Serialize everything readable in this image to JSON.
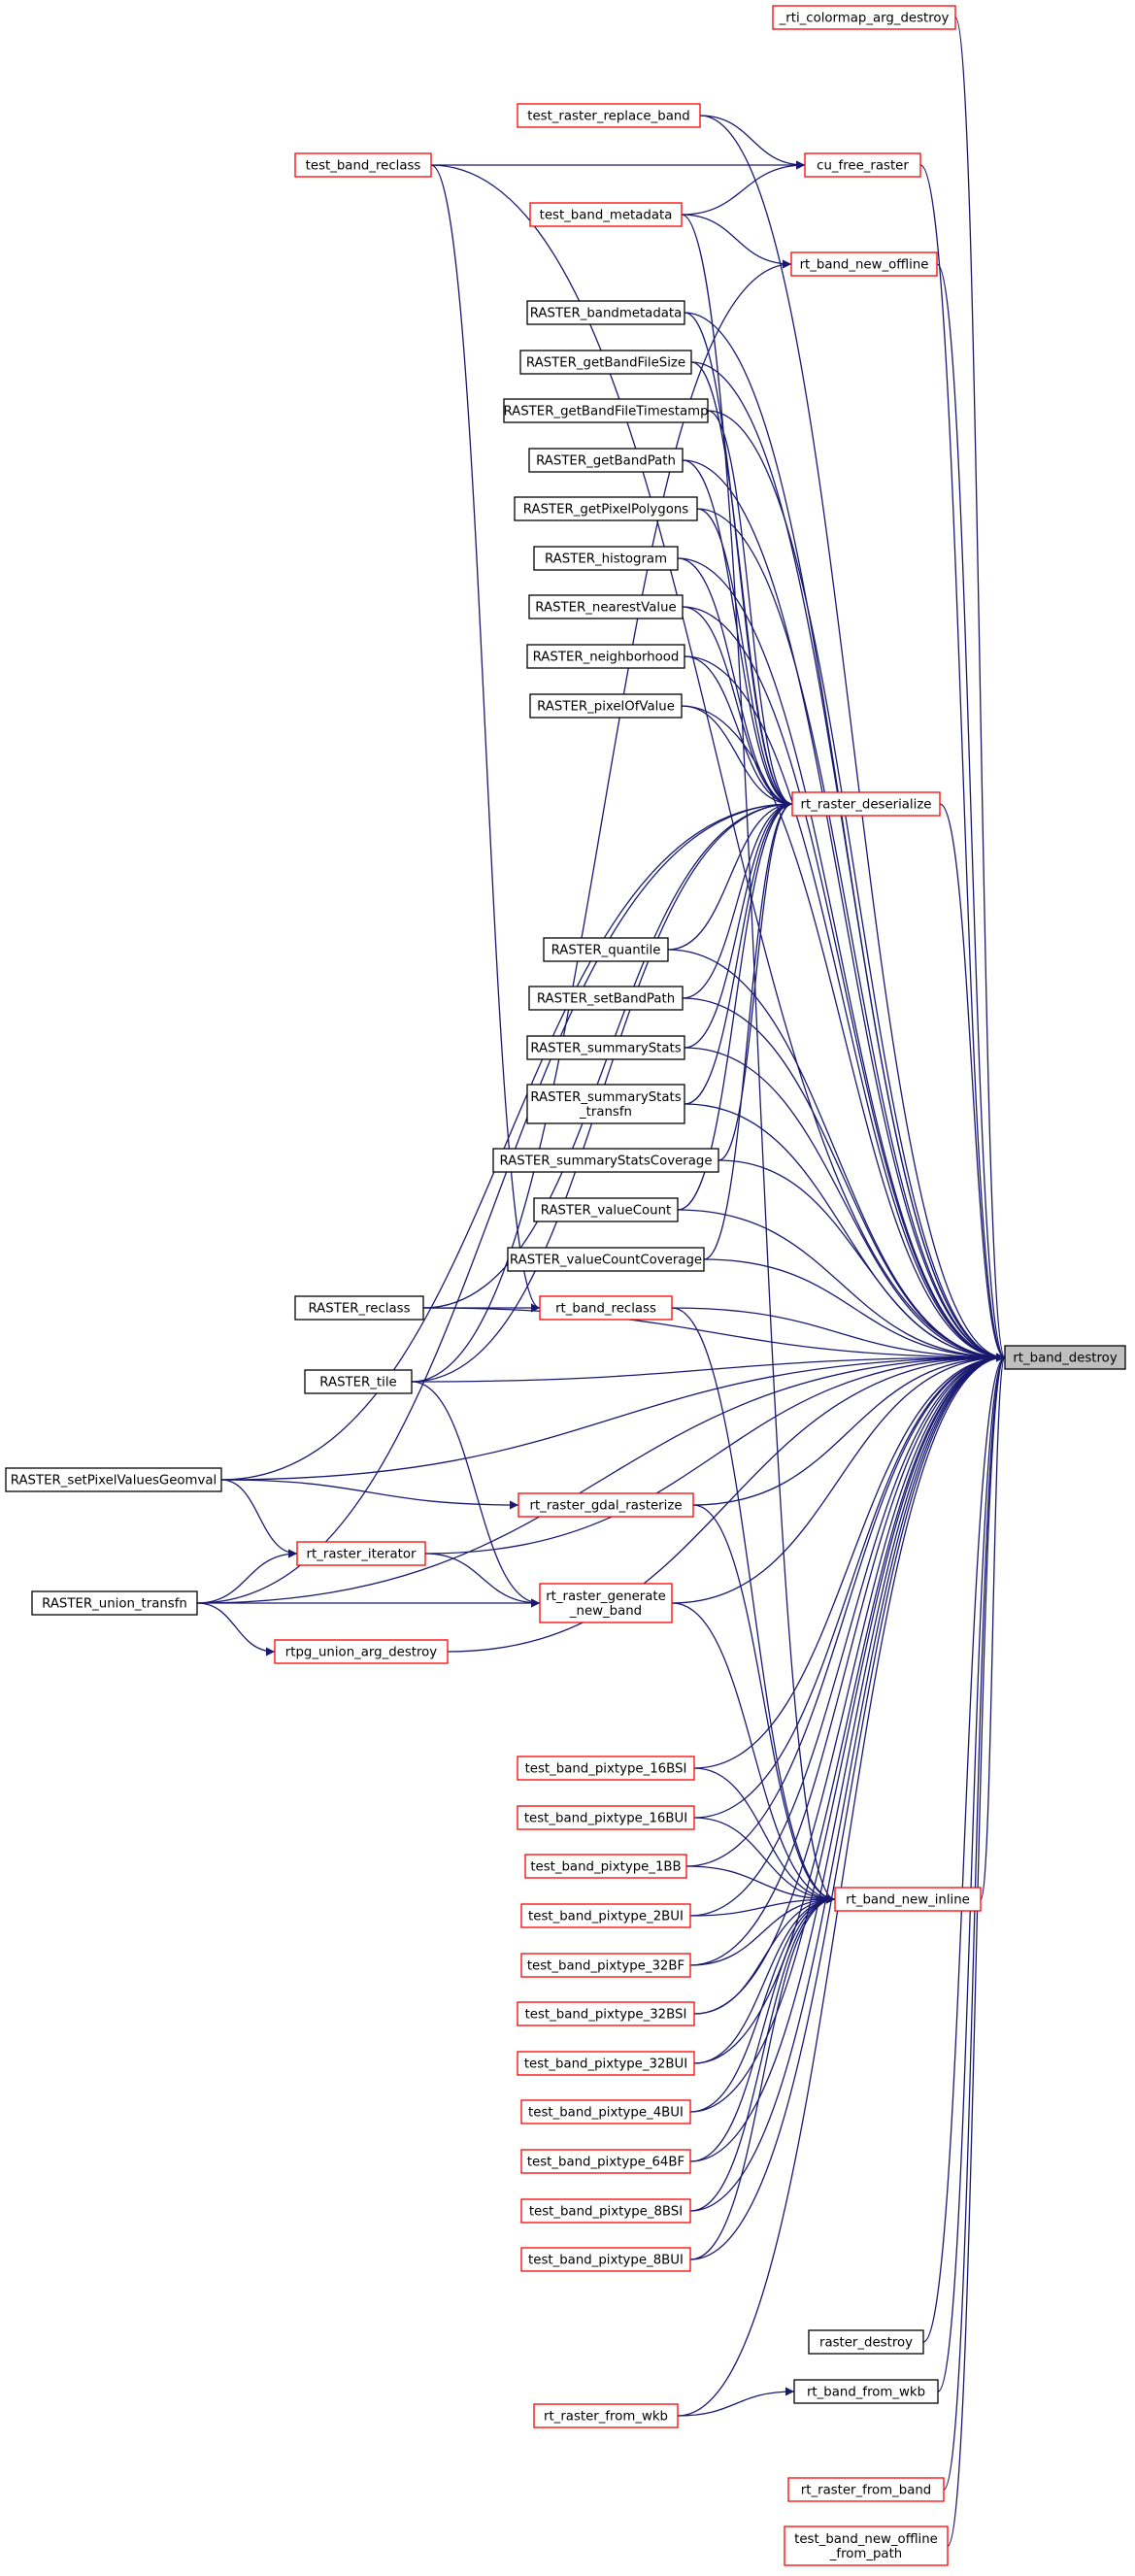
{
  "colors": {
    "edge": "#191970",
    "border_red": "#ff0000",
    "border_black": "#000000",
    "target_fill": "#bfbfbf"
  },
  "nodes": [
    {
      "id": "n_rti_colormap",
      "lines": [
        "_rti_colormap_arg_destroy"
      ],
      "border": "red"
    },
    {
      "id": "n_test_raster_replace_band",
      "lines": [
        "test_raster_replace_band"
      ],
      "border": "red"
    },
    {
      "id": "n_test_band_reclass",
      "lines": [
        "test_band_reclass"
      ],
      "border": "red"
    },
    {
      "id": "n_cu_free_raster",
      "lines": [
        "cu_free_raster"
      ],
      "border": "red"
    },
    {
      "id": "n_test_band_metadata",
      "lines": [
        "test_band_metadata"
      ],
      "border": "red"
    },
    {
      "id": "n_rt_band_new_offline",
      "lines": [
        "rt_band_new_offline"
      ],
      "border": "red"
    },
    {
      "id": "n_raster_bandmetadata",
      "lines": [
        "RASTER_bandmetadata"
      ],
      "border": "black"
    },
    {
      "id": "n_raster_getbandfilesize",
      "lines": [
        "RASTER_getBandFileSize"
      ],
      "border": "black"
    },
    {
      "id": "n_raster_getbandfiletimestamp",
      "lines": [
        "RASTER_getBandFileTimestamp"
      ],
      "border": "black"
    },
    {
      "id": "n_raster_getbandpath",
      "lines": [
        "RASTER_getBandPath"
      ],
      "border": "black"
    },
    {
      "id": "n_raster_getpixelpolygons",
      "lines": [
        "RASTER_getPixelPolygons"
      ],
      "border": "black"
    },
    {
      "id": "n_raster_histogram",
      "lines": [
        "RASTER_histogram"
      ],
      "border": "black"
    },
    {
      "id": "n_raster_nearestvalue",
      "lines": [
        "RASTER_nearestValue"
      ],
      "border": "black"
    },
    {
      "id": "n_raster_neighborhood",
      "lines": [
        "RASTER_neighborhood"
      ],
      "border": "black"
    },
    {
      "id": "n_raster_pixelofvalue",
      "lines": [
        "RASTER_pixelOfValue"
      ],
      "border": "black"
    },
    {
      "id": "n_rt_raster_deserialize",
      "lines": [
        "rt_raster_deserialize"
      ],
      "border": "red"
    },
    {
      "id": "n_raster_quantile",
      "lines": [
        "RASTER_quantile"
      ],
      "border": "black"
    },
    {
      "id": "n_raster_setbandpath",
      "lines": [
        "RASTER_setBandPath"
      ],
      "border": "black"
    },
    {
      "id": "n_raster_summarystats",
      "lines": [
        "RASTER_summaryStats"
      ],
      "border": "black"
    },
    {
      "id": "n_raster_summarystats_transfn",
      "lines": [
        "RASTER_summaryStats",
        "_transfn"
      ],
      "border": "black"
    },
    {
      "id": "n_raster_summarystatscoverage",
      "lines": [
        "RASTER_summaryStatsCoverage"
      ],
      "border": "black"
    },
    {
      "id": "n_raster_valuecount",
      "lines": [
        "RASTER_valueCount"
      ],
      "border": "black"
    },
    {
      "id": "n_raster_valuecountcoverage",
      "lines": [
        "RASTER_valueCountCoverage"
      ],
      "border": "black"
    },
    {
      "id": "n_raster_reclass",
      "lines": [
        "RASTER_reclass"
      ],
      "border": "black"
    },
    {
      "id": "n_rt_band_reclass",
      "lines": [
        "rt_band_reclass"
      ],
      "border": "red"
    },
    {
      "id": "n_rt_band_destroy",
      "lines": [
        "rt_band_destroy"
      ],
      "border": "black",
      "fill": "gray"
    },
    {
      "id": "n_raster_tile",
      "lines": [
        "RASTER_tile"
      ],
      "border": "black"
    },
    {
      "id": "n_raster_setpixelvaluesgeomval",
      "lines": [
        "RASTER_setPixelValuesGeomval"
      ],
      "border": "black"
    },
    {
      "id": "n_rt_raster_gdal_rasterize",
      "lines": [
        "rt_raster_gdal_rasterize"
      ],
      "border": "red"
    },
    {
      "id": "n_rt_raster_iterator",
      "lines": [
        "rt_raster_iterator"
      ],
      "border": "red"
    },
    {
      "id": "n_raster_union_transfn",
      "lines": [
        "RASTER_union_transfn"
      ],
      "border": "black"
    },
    {
      "id": "n_rt_raster_generate_new_band",
      "lines": [
        "rt_raster_generate",
        "_new_band"
      ],
      "border": "red"
    },
    {
      "id": "n_rtpg_union_arg_destroy",
      "lines": [
        "rtpg_union_arg_destroy"
      ],
      "border": "red"
    },
    {
      "id": "n_test_band_pixtype_16bsi",
      "lines": [
        "test_band_pixtype_16BSI"
      ],
      "border": "red"
    },
    {
      "id": "n_test_band_pixtype_16bui",
      "lines": [
        "test_band_pixtype_16BUI"
      ],
      "border": "red"
    },
    {
      "id": "n_test_band_pixtype_1bb",
      "lines": [
        "test_band_pixtype_1BB"
      ],
      "border": "red"
    },
    {
      "id": "n_rt_band_new_inline",
      "lines": [
        "rt_band_new_inline"
      ],
      "border": "red"
    },
    {
      "id": "n_test_band_pixtype_2bui",
      "lines": [
        "test_band_pixtype_2BUI"
      ],
      "border": "red"
    },
    {
      "id": "n_test_band_pixtype_32bf",
      "lines": [
        "test_band_pixtype_32BF"
      ],
      "border": "red"
    },
    {
      "id": "n_test_band_pixtype_32bsi",
      "lines": [
        "test_band_pixtype_32BSI"
      ],
      "border": "red"
    },
    {
      "id": "n_test_band_pixtype_32bui",
      "lines": [
        "test_band_pixtype_32BUI"
      ],
      "border": "red"
    },
    {
      "id": "n_test_band_pixtype_4bui",
      "lines": [
        "test_band_pixtype_4BUI"
      ],
      "border": "red"
    },
    {
      "id": "n_test_band_pixtype_64bf",
      "lines": [
        "test_band_pixtype_64BF"
      ],
      "border": "red"
    },
    {
      "id": "n_test_band_pixtype_8bsi",
      "lines": [
        "test_band_pixtype_8BSI"
      ],
      "border": "red"
    },
    {
      "id": "n_test_band_pixtype_8bui",
      "lines": [
        "test_band_pixtype_8BUI"
      ],
      "border": "red"
    },
    {
      "id": "n_raster_destroy",
      "lines": [
        "raster_destroy"
      ],
      "border": "black"
    },
    {
      "id": "n_rt_band_from_wkb",
      "lines": [
        "rt_band_from_wkb"
      ],
      "border": "black"
    },
    {
      "id": "n_rt_raster_from_wkb",
      "lines": [
        "rt_raster_from_wkb"
      ],
      "border": "red"
    },
    {
      "id": "n_rt_raster_from_band",
      "lines": [
        "rt_raster_from_band"
      ],
      "border": "red"
    },
    {
      "id": "n_rt_band_new_offline_from_path",
      "lines": [
        "test_band_new_offline",
        "_from_path"
      ],
      "border": "red"
    }
  ],
  "edges": [
    [
      "n_rti_colormap",
      "n_rt_band_destroy"
    ],
    [
      "n_test_raster_replace_band",
      "n_cu_free_raster"
    ],
    [
      "n_test_raster_replace_band",
      "n_rt_band_destroy"
    ],
    [
      "n_test_band_reclass",
      "n_cu_free_raster"
    ],
    [
      "n_test_band_reclass",
      "n_rt_band_destroy"
    ],
    [
      "n_test_band_reclass",
      "n_rt_band_reclass"
    ],
    [
      "n_cu_free_raster",
      "n_rt_band_destroy"
    ],
    [
      "n_test_band_metadata",
      "n_cu_free_raster"
    ],
    [
      "n_test_band_metadata",
      "n_rt_band_new_offline"
    ],
    [
      "n_test_band_metadata",
      "n_rt_band_new_inline"
    ],
    [
      "n_rt_band_new_offline",
      "n_rt_band_destroy"
    ],
    [
      "n_raster_bandmetadata",
      "n_rt_raster_deserialize"
    ],
    [
      "n_raster_bandmetadata",
      "n_rt_band_destroy"
    ],
    [
      "n_raster_getbandfilesize",
      "n_rt_raster_deserialize"
    ],
    [
      "n_raster_getbandfilesize",
      "n_rt_band_destroy"
    ],
    [
      "n_raster_getbandfiletimestamp",
      "n_rt_raster_deserialize"
    ],
    [
      "n_raster_getbandfiletimestamp",
      "n_rt_band_destroy"
    ],
    [
      "n_raster_getbandpath",
      "n_rt_raster_deserialize"
    ],
    [
      "n_raster_getbandpath",
      "n_rt_band_destroy"
    ],
    [
      "n_raster_getpixelpolygons",
      "n_rt_raster_deserialize"
    ],
    [
      "n_raster_getpixelpolygons",
      "n_rt_band_destroy"
    ],
    [
      "n_raster_histogram",
      "n_rt_raster_deserialize"
    ],
    [
      "n_raster_histogram",
      "n_rt_band_destroy"
    ],
    [
      "n_raster_nearestvalue",
      "n_rt_raster_deserialize"
    ],
    [
      "n_raster_nearestvalue",
      "n_rt_band_destroy"
    ],
    [
      "n_raster_neighborhood",
      "n_rt_raster_deserialize"
    ],
    [
      "n_raster_neighborhood",
      "n_rt_band_destroy"
    ],
    [
      "n_raster_pixelofvalue",
      "n_rt_raster_deserialize"
    ],
    [
      "n_raster_pixelofvalue",
      "n_rt_band_destroy"
    ],
    [
      "n_rt_raster_deserialize",
      "n_rt_band_destroy"
    ],
    [
      "n_raster_quantile",
      "n_rt_raster_deserialize"
    ],
    [
      "n_raster_quantile",
      "n_rt_band_destroy"
    ],
    [
      "n_raster_setbandpath",
      "n_rt_raster_deserialize"
    ],
    [
      "n_raster_setbandpath",
      "n_rt_band_destroy"
    ],
    [
      "n_raster_summarystats",
      "n_rt_raster_deserialize"
    ],
    [
      "n_raster_summarystats",
      "n_rt_band_destroy"
    ],
    [
      "n_raster_summarystats_transfn",
      "n_rt_raster_deserialize"
    ],
    [
      "n_raster_summarystats_transfn",
      "n_rt_band_destroy"
    ],
    [
      "n_raster_summarystatscoverage",
      "n_rt_raster_deserialize"
    ],
    [
      "n_raster_summarystatscoverage",
      "n_rt_band_destroy"
    ],
    [
      "n_raster_valuecount",
      "n_rt_raster_deserialize"
    ],
    [
      "n_raster_valuecount",
      "n_rt_band_destroy"
    ],
    [
      "n_raster_valuecountcoverage",
      "n_rt_raster_deserialize"
    ],
    [
      "n_raster_valuecountcoverage",
      "n_rt_band_destroy"
    ],
    [
      "n_raster_reclass",
      "n_rt_raster_deserialize"
    ],
    [
      "n_raster_reclass",
      "n_rt_band_reclass"
    ],
    [
      "n_raster_reclass",
      "n_rt_band_destroy"
    ],
    [
      "n_rt_band_reclass",
      "n_rt_band_destroy"
    ],
    [
      "n_rt_band_reclass",
      "n_rt_band_new_inline"
    ],
    [
      "n_raster_tile",
      "n_rt_band_new_offline"
    ],
    [
      "n_raster_tile",
      "n_rt_raster_deserialize"
    ],
    [
      "n_raster_tile",
      "n_rt_band_destroy"
    ],
    [
      "n_raster_setpixelvaluesgeomval",
      "n_rt_raster_deserialize"
    ],
    [
      "n_raster_setpixelvaluesgeomval",
      "n_rt_band_destroy"
    ],
    [
      "n_raster_setpixelvaluesgeomval",
      "n_rt_raster_gdal_rasterize"
    ],
    [
      "n_raster_setpixelvaluesgeomval",
      "n_rt_raster_iterator"
    ],
    [
      "n_rt_raster_gdal_rasterize",
      "n_rt_band_destroy"
    ],
    [
      "n_rt_raster_gdal_rasterize",
      "n_rt_band_new_inline"
    ],
    [
      "n_rt_raster_iterator",
      "n_rt_band_destroy"
    ],
    [
      "n_rt_raster_iterator",
      "n_rt_raster_generate_new_band"
    ],
    [
      "n_raster_union_transfn",
      "n_rt_raster_deserialize"
    ],
    [
      "n_raster_union_transfn",
      "n_rt_raster_iterator"
    ],
    [
      "n_raster_union_transfn",
      "n_rt_raster_generate_new_band"
    ],
    [
      "n_raster_union_transfn",
      "n_rtpg_union_arg_destroy"
    ],
    [
      "n_raster_union_transfn",
      "n_rt_band_destroy"
    ],
    [
      "n_raster_tile",
      "n_rt_raster_generate_new_band"
    ],
    [
      "n_rt_raster_generate_new_band",
      "n_rt_band_destroy"
    ],
    [
      "n_rt_raster_generate_new_band",
      "n_rt_band_new_inline"
    ],
    [
      "n_rtpg_union_arg_destroy",
      "n_rt_band_destroy"
    ],
    [
      "n_test_band_pixtype_16bsi",
      "n_rt_band_new_inline"
    ],
    [
      "n_test_band_pixtype_16bsi",
      "n_rt_band_destroy"
    ],
    [
      "n_test_band_pixtype_16bui",
      "n_rt_band_new_inline"
    ],
    [
      "n_test_band_pixtype_16bui",
      "n_rt_band_destroy"
    ],
    [
      "n_test_band_pixtype_1bb",
      "n_rt_band_new_inline"
    ],
    [
      "n_test_band_pixtype_1bb",
      "n_rt_band_destroy"
    ],
    [
      "n_rt_band_new_inline",
      "n_rt_band_destroy"
    ],
    [
      "n_test_band_pixtype_2bui",
      "n_rt_band_new_inline"
    ],
    [
      "n_test_band_pixtype_2bui",
      "n_rt_band_destroy"
    ],
    [
      "n_test_band_pixtype_32bf",
      "n_rt_band_new_inline"
    ],
    [
      "n_test_band_pixtype_32bf",
      "n_rt_band_destroy"
    ],
    [
      "n_test_band_pixtype_32bsi",
      "n_rt_band_new_inline"
    ],
    [
      "n_test_band_pixtype_32bsi",
      "n_rt_band_destroy"
    ],
    [
      "n_test_band_pixtype_32bui",
      "n_rt_band_new_inline"
    ],
    [
      "n_test_band_pixtype_32bui",
      "n_rt_band_destroy"
    ],
    [
      "n_test_band_pixtype_4bui",
      "n_rt_band_new_inline"
    ],
    [
      "n_test_band_pixtype_4bui",
      "n_rt_band_destroy"
    ],
    [
      "n_test_band_pixtype_64bf",
      "n_rt_band_new_inline"
    ],
    [
      "n_test_band_pixtype_64bf",
      "n_rt_band_destroy"
    ],
    [
      "n_test_band_pixtype_8bsi",
      "n_rt_band_new_inline"
    ],
    [
      "n_test_band_pixtype_8bsi",
      "n_rt_band_destroy"
    ],
    [
      "n_test_band_pixtype_8bui",
      "n_rt_band_new_inline"
    ],
    [
      "n_test_band_pixtype_8bui",
      "n_rt_band_destroy"
    ],
    [
      "n_raster_destroy",
      "n_rt_band_destroy"
    ],
    [
      "n_rt_band_from_wkb",
      "n_rt_band_destroy"
    ],
    [
      "n_rt_raster_from_wkb",
      "n_rt_band_from_wkb"
    ],
    [
      "n_rt_raster_from_wkb",
      "n_rt_band_destroy"
    ],
    [
      "n_rt_raster_from_band",
      "n_rt_band_destroy"
    ],
    [
      "n_rt_band_new_offline_from_path",
      "n_rt_band_destroy"
    ]
  ]
}
